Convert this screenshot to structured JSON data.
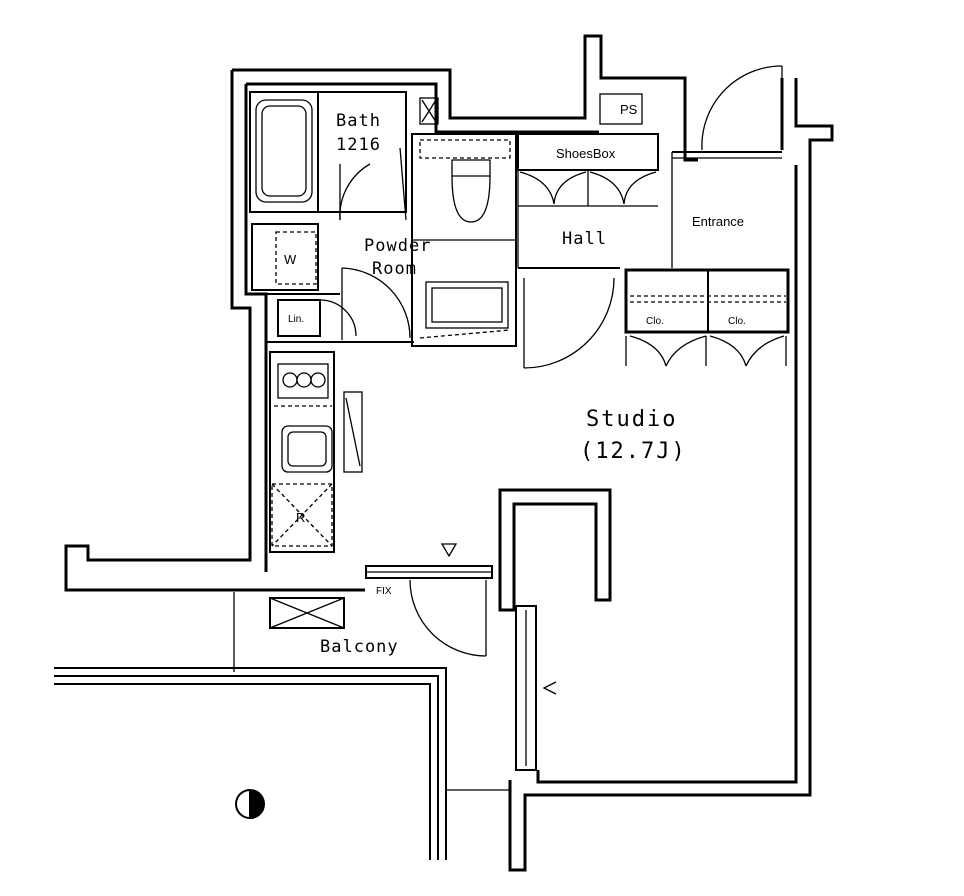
{
  "rooms": {
    "bath": {
      "name": "Bath",
      "size": "1216"
    },
    "powder_room": {
      "line1": "Powder",
      "line2": "Room"
    },
    "shoes_box": "ShoesBox",
    "hall": "Hall",
    "entrance": "Entrance",
    "ps": "PS",
    "studio": {
      "name": "Studio",
      "size": "(12.7J)"
    },
    "balcony": "Balcony",
    "closet_1": "Clo.",
    "closet_2": "Clo.",
    "linen": "Lin.",
    "washer": "W",
    "refrigerator": "R",
    "fix_window": "FIX"
  }
}
